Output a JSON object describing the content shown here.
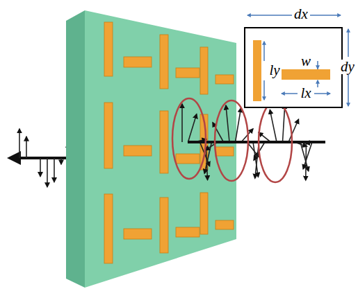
{
  "diagram": {
    "labels": [
      "dx",
      "dy",
      "ly",
      "w",
      "lx"
    ]
  }
}
